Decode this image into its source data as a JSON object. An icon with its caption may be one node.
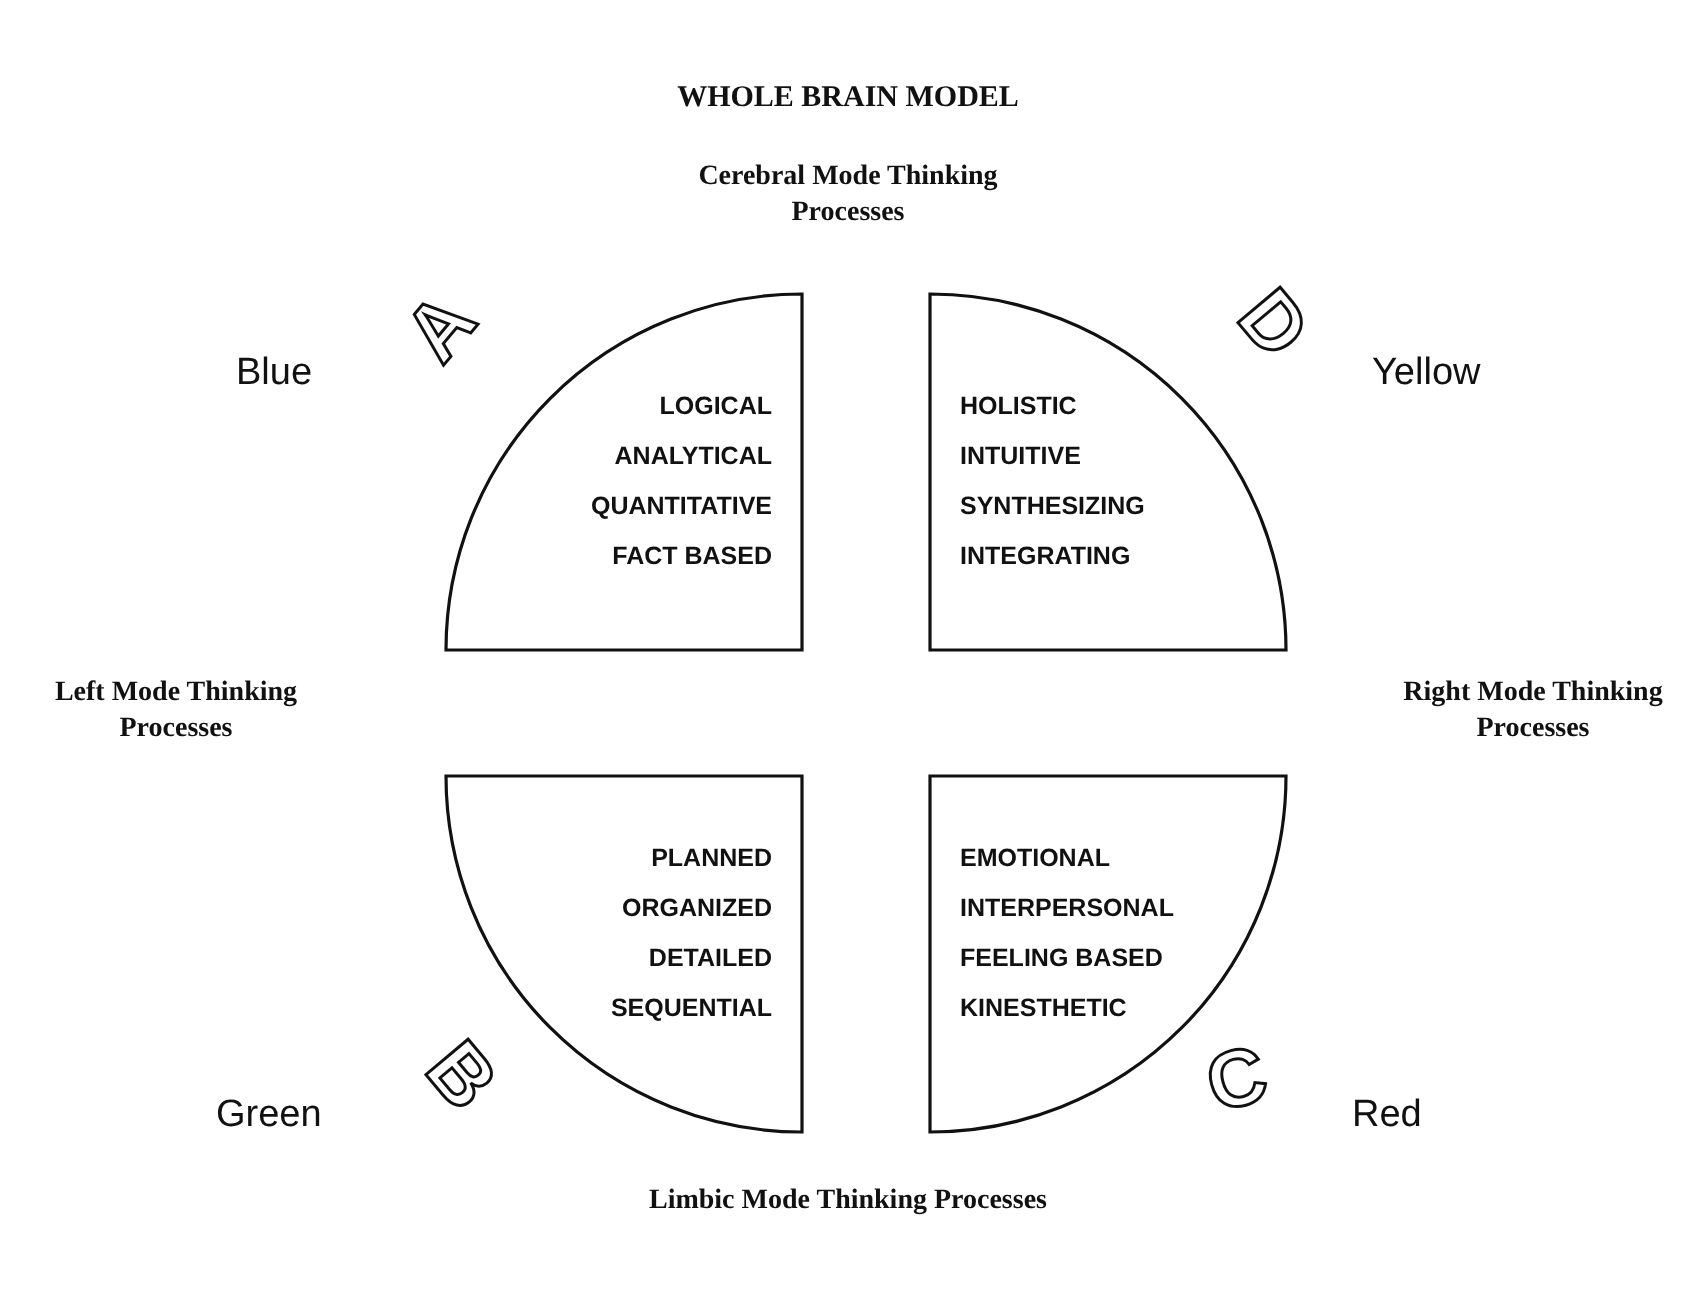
{
  "diagram": {
    "title": "WHOLE BRAIN MODEL",
    "nodes": [
      {
        "text": [
          "LOGICAL",
          "ANALYTICAL",
          "QUANTITATIVE",
          "FACT BASED"
        ]
      },
      {
        "text": [
          "HOLISTIC",
          "INTUITIVE",
          "SYNTHESIZING",
          "INTEGRATING"
        ]
      },
      {
        "text": [
          "PLANNED",
          "ORGANIZED",
          "DETAILED",
          "SEQUENTIAL"
        ]
      },
      {
        "text": [
          "EMOTIONAL",
          "INTERPERSONAL",
          "FEELING BASED",
          "KINESTHETIC"
        ]
      }
    ],
    "labels": [
      "Cerebral Mode Thinking Processes",
      "Blue",
      "A",
      "D",
      "Yellow",
      "Left Mode Thinking Processes",
      "Right Mode Thinking Processes",
      "Green",
      "B",
      "C",
      "Red",
      "Limbic Mode Thinking Processes"
    ]
  }
}
